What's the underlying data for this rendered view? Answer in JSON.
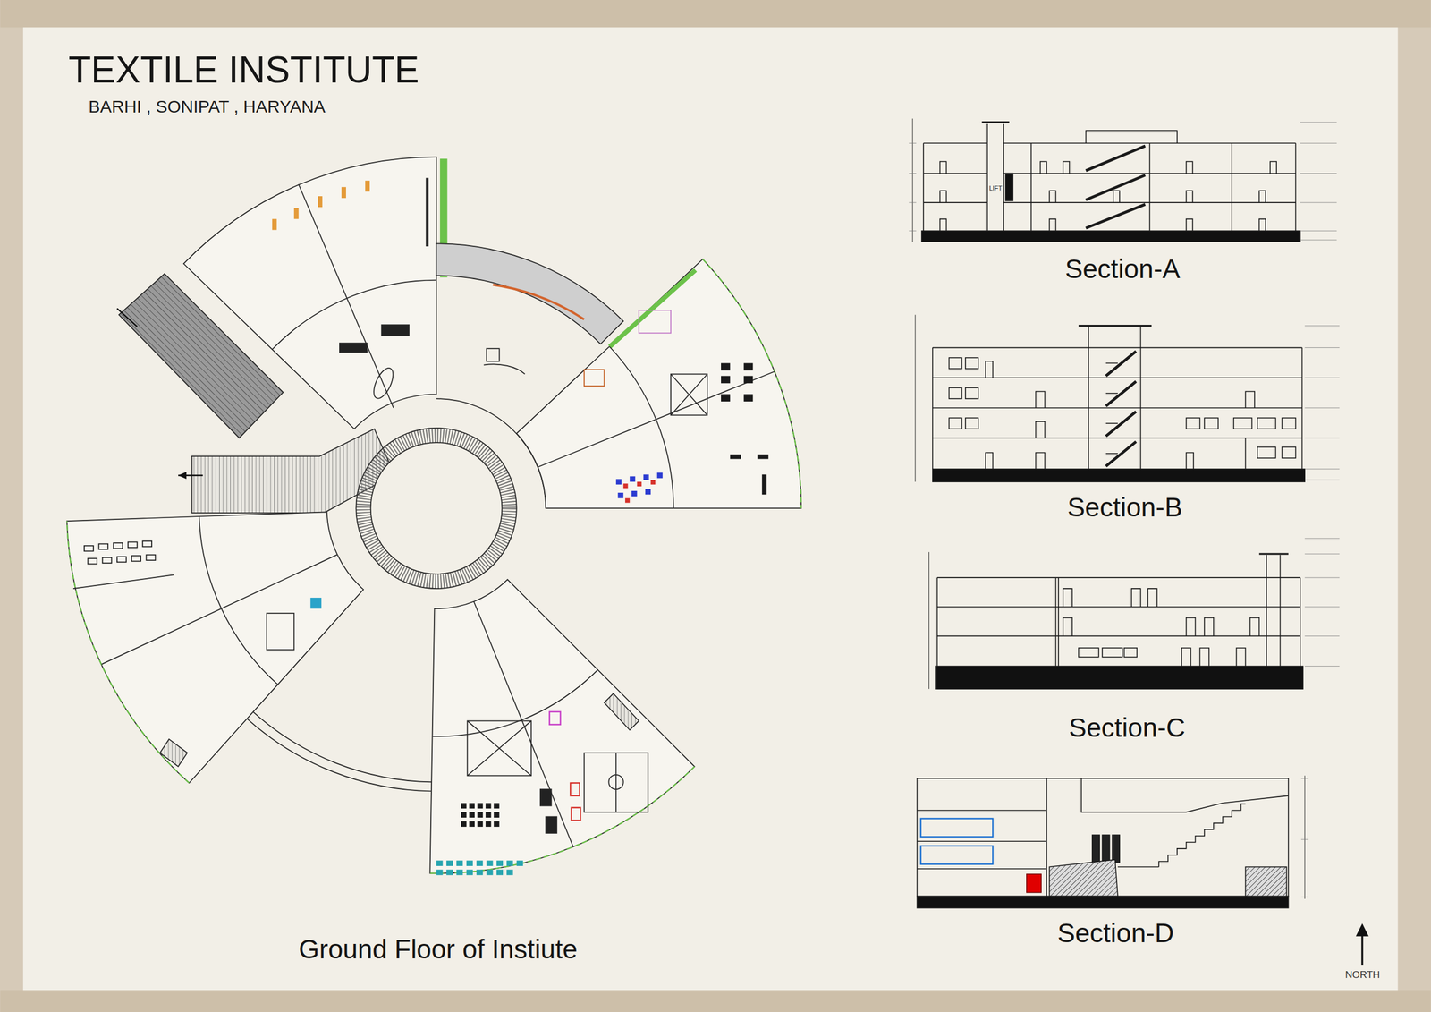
{
  "diagram": {
    "title": "TEXTILE INSTITUTE",
    "nodes": [
      {
        "text": [
          "Ground Floor of Instiute"
        ]
      },
      {
        "text": [
          "Section-A"
        ]
      },
      {
        "text": [
          "Section-B"
        ]
      },
      {
        "text": [
          "Section-C"
        ]
      },
      {
        "text": [
          "Section-D"
        ]
      }
    ],
    "labels": [
      "BARHI , SONIPAT , HARYANA",
      "LIFT",
      "NORTH"
    ]
  }
}
